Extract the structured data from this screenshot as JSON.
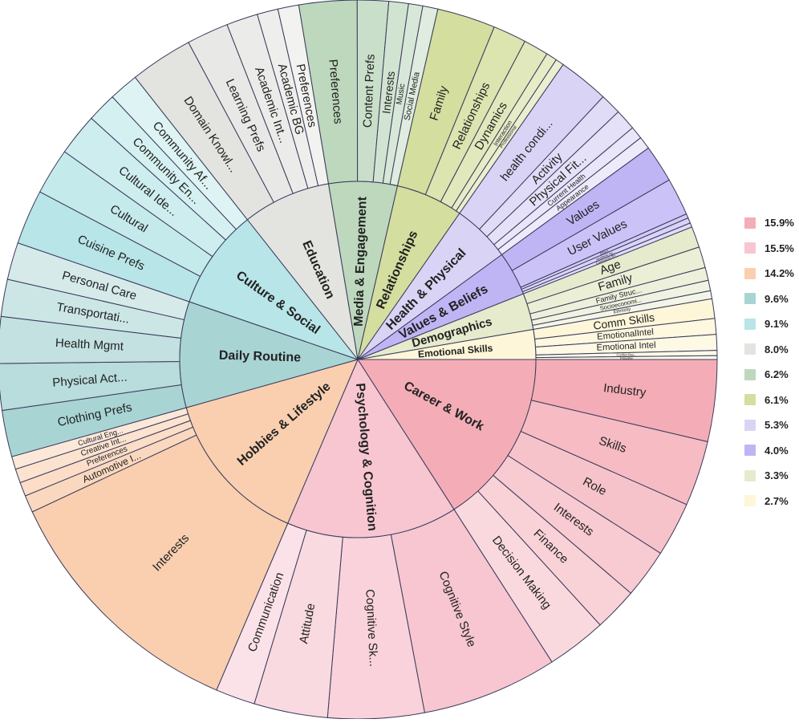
{
  "chart_data": {
    "type": "sunburst",
    "title": "",
    "categories": [
      {
        "name": "Career & Work",
        "share": 15.9,
        "color": "#f4adb7",
        "children": [
          {
            "name": "Industry",
            "value": 15
          },
          {
            "name": "Skills",
            "value": 12
          },
          {
            "name": "Role",
            "value": 10
          },
          {
            "name": "Interests",
            "value": 9
          },
          {
            "name": "Finance",
            "value": 8
          },
          {
            "name": "Decision Making",
            "value": 11
          }
        ]
      },
      {
        "name": "Psychology & Cognition",
        "share": 15.5,
        "color": "#f7c6d1",
        "children": [
          {
            "name": "Cognitive Style",
            "value": 12
          },
          {
            "name": "Cognitive Sk...",
            "value": 8.5
          },
          {
            "name": "Attitude",
            "value": 6.5
          },
          {
            "name": "Communication",
            "value": 3.5
          }
        ]
      },
      {
        "name": "Hobbies & Lifestyle",
        "share": 14.2,
        "color": "#f9cfb0",
        "children": [
          {
            "name": "Interests",
            "value": 24
          },
          {
            "name": "Automotive I...",
            "value": 1.6
          },
          {
            "name": "Preferences",
            "value": 1.3
          },
          {
            "name": "Creative Int...",
            "value": 1.3
          },
          {
            "name": "Cultural Eng...",
            "value": 1.2
          }
        ]
      },
      {
        "name": "Daily Routine",
        "share": 9.6,
        "color": "#a9d4d4",
        "children": [
          {
            "name": "Clothing Prefs",
            "value": 5
          },
          {
            "name": "Physical Act...",
            "value": 5
          },
          {
            "name": "Health Mgmt",
            "value": 5
          },
          {
            "name": "Transportati...",
            "value": 4
          },
          {
            "name": "Personal Care",
            "value": 4
          }
        ]
      },
      {
        "name": "Culture & Social",
        "share": 9.1,
        "color": "#b8e5e8",
        "children": [
          {
            "name": "Cuisine Prefs",
            "value": 6.5
          },
          {
            "name": "Cultural",
            "value": 5.5
          },
          {
            "name": "Cultural Ide...",
            "value": 5
          },
          {
            "name": "Community En...",
            "value": 3.5
          },
          {
            "name": "Community Af...",
            "value": 3.5
          }
        ]
      },
      {
        "name": "Education",
        "share": 8.0,
        "color": "#e3e4e0",
        "children": [
          {
            "name": "Domain Knowl...",
            "value": 9
          },
          {
            "name": "Learning Prefs",
            "value": 6
          },
          {
            "name": "Academic Int...",
            "value": 4.5
          },
          {
            "name": "Academic BG",
            "value": 3
          },
          {
            "name": "Preferences",
            "value": 3
          }
        ]
      },
      {
        "name": "Media & Engagement",
        "share": 6.2,
        "color": "#bdd8bd",
        "children": [
          {
            "name": "Preferences",
            "value": 6.5
          },
          {
            "name": "Content Prefs",
            "value": 3.5
          },
          {
            "name": "Interests",
            "value": 2.2
          },
          {
            "name": "Music",
            "value": 1.6
          },
          {
            "name": "Social Media",
            "value": 1.7
          }
        ]
      },
      {
        "name": "Relationships",
        "share": 6.1,
        "color": "#d4de9e",
        "children": [
          {
            "name": "Family",
            "value": 7
          },
          {
            "name": "Relationships",
            "value": 4
          },
          {
            "name": "Dynamics",
            "value": 3
          },
          {
            "name": "Interaction",
            "value": 1.3
          },
          {
            "name": "Professional",
            "value": 1
          }
        ]
      },
      {
        "name": "Health & Physical",
        "share": 5.3,
        "color": "#d9d4f5",
        "children": [
          {
            "name": "health condi...",
            "value": 6
          },
          {
            "name": "Activity",
            "value": 2.5
          },
          {
            "name": "Physical Fit...",
            "value": 2.5
          },
          {
            "name": "Current Health",
            "value": 1.5
          },
          {
            "name": "Appearance",
            "value": 1.5
          }
        ]
      },
      {
        "name": "Values & Beliefs",
        "share": 4.0,
        "color": "#bfb5f5",
        "children": [
          {
            "name": "Values",
            "value": 3.5
          },
          {
            "name": "User Values",
            "value": 3.5
          },
          {
            "name": "Ethics",
            "value": 0.4
          },
          {
            "name": "Aesthetic Ap...",
            "value": 0.5
          },
          {
            "name": "Community En...",
            "value": 0.4
          }
        ]
      },
      {
        "name": "Demographics",
        "share": 3.3,
        "color": "#e5ebcc",
        "children": [
          {
            "name": "Age",
            "value": 2.6
          },
          {
            "name": "Family",
            "value": 2.6
          },
          {
            "name": "Family Struc...",
            "value": 1.6
          },
          {
            "name": "Socioeconomi...",
            "value": 1.3
          },
          {
            "name": "Ethnicity",
            "value": 1
          }
        ]
      },
      {
        "name": "Emotional Skills",
        "share": 2.7,
        "color": "#fdf6d8",
        "children": [
          {
            "name": "Comm Skills",
            "value": 2.6
          },
          {
            "name": "EmotionalIntel",
            "value": 2.1
          },
          {
            "name": "Emotional Intel",
            "value": 2.1
          },
          {
            "name": "Conflict Res...",
            "value": 0.7
          },
          {
            "name": "Empathy",
            "value": 0.5
          }
        ]
      }
    ],
    "legend": {
      "position": "right",
      "entries": [
        {
          "label": "15.9%",
          "color": "#f4adb7"
        },
        {
          "label": "15.5%",
          "color": "#f7c6d1"
        },
        {
          "label": "14.2%",
          "color": "#f9cfb0"
        },
        {
          "label": "9.6%",
          "color": "#a9d4d4"
        },
        {
          "label": "9.1%",
          "color": "#b8e5e8"
        },
        {
          "label": "8.0%",
          "color": "#e3e4e0"
        },
        {
          "label": "6.2%",
          "color": "#bdd8bd"
        },
        {
          "label": "6.1%",
          "color": "#d4de9e"
        },
        {
          "label": "5.3%",
          "color": "#d9d4f5"
        },
        {
          "label": "4.0%",
          "color": "#bfb5f5"
        },
        {
          "label": "3.3%",
          "color": "#e5ebcc"
        },
        {
          "label": "2.7%",
          "color": "#fdf6d8"
        }
      ]
    }
  }
}
